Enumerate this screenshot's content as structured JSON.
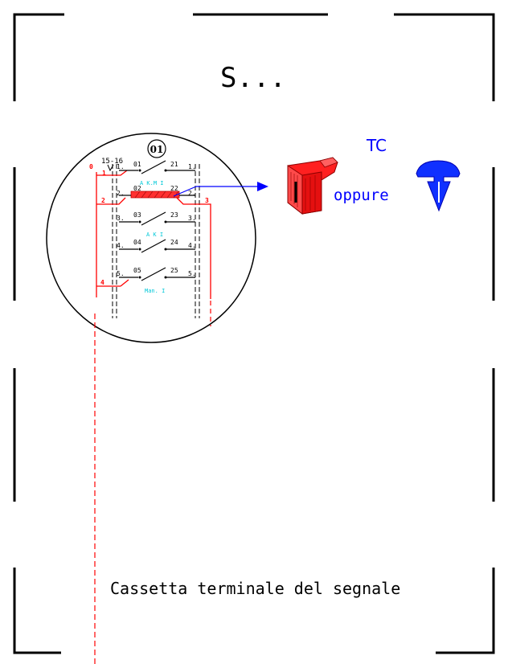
{
  "header": {
    "title": "S..."
  },
  "detail": {
    "circle_label": "01",
    "jumper_label": "15-16",
    "rows": [
      {
        "left": "1.",
        "contact_a": "01",
        "contact_b": "21",
        "right": "1.",
        "sub": ""
      },
      {
        "left": "2.",
        "contact_a": "02",
        "contact_b": "22",
        "right": "2.",
        "sub": "A K.M I"
      },
      {
        "left": "3.",
        "contact_a": "03",
        "contact_b": "23",
        "right": "3.",
        "sub": "A K I"
      },
      {
        "left": "4.",
        "contact_a": "04",
        "contact_b": "24",
        "right": "4.",
        "sub": ""
      },
      {
        "left": "5.",
        "contact_a": "05",
        "contact_b": "25",
        "right": "5.",
        "sub": "Man. I"
      }
    ],
    "red_labels": {
      "r0": "0",
      "r1": "1",
      "r2": "2",
      "r3": "3",
      "r4": "4"
    }
  },
  "connector": {
    "label_tc": "TC",
    "label_or": "oppure"
  },
  "footer": {
    "caption": "Cassetta terminale del segnale"
  },
  "colors": {
    "red": "#ff0000",
    "blue": "#0000ff",
    "cyan": "#00c8d8",
    "black": "#000000"
  }
}
